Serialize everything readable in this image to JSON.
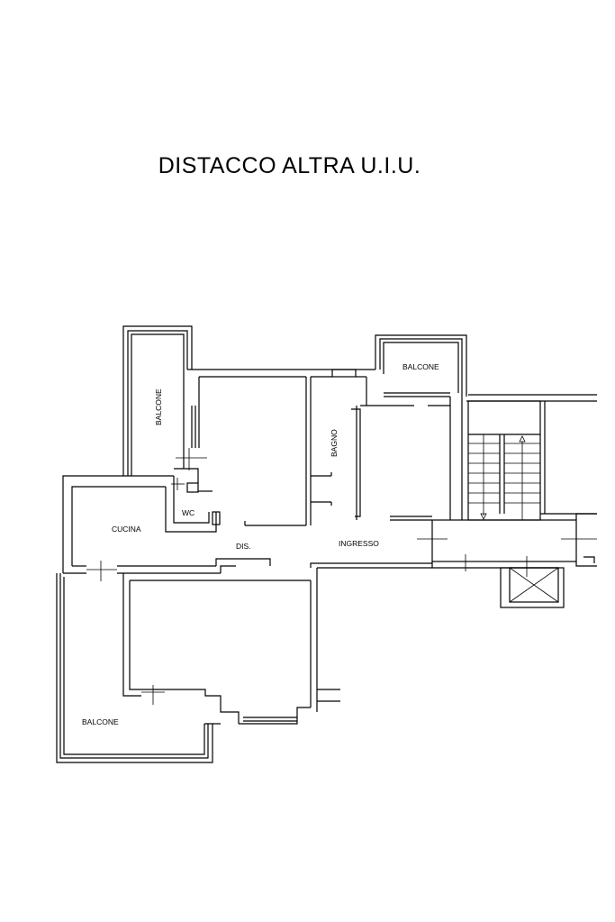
{
  "title": "DISTACCO ALTRA U.I.U.",
  "rooms": {
    "balcone_left": "BALCONE",
    "balcone_top": "BALCONE",
    "bagno": "BAGNO",
    "wc": "WC",
    "cucina": "CUCINA",
    "dis": "DIS.",
    "ingresso": "INGRESSO",
    "balcone_bottom": "BALCONE"
  }
}
